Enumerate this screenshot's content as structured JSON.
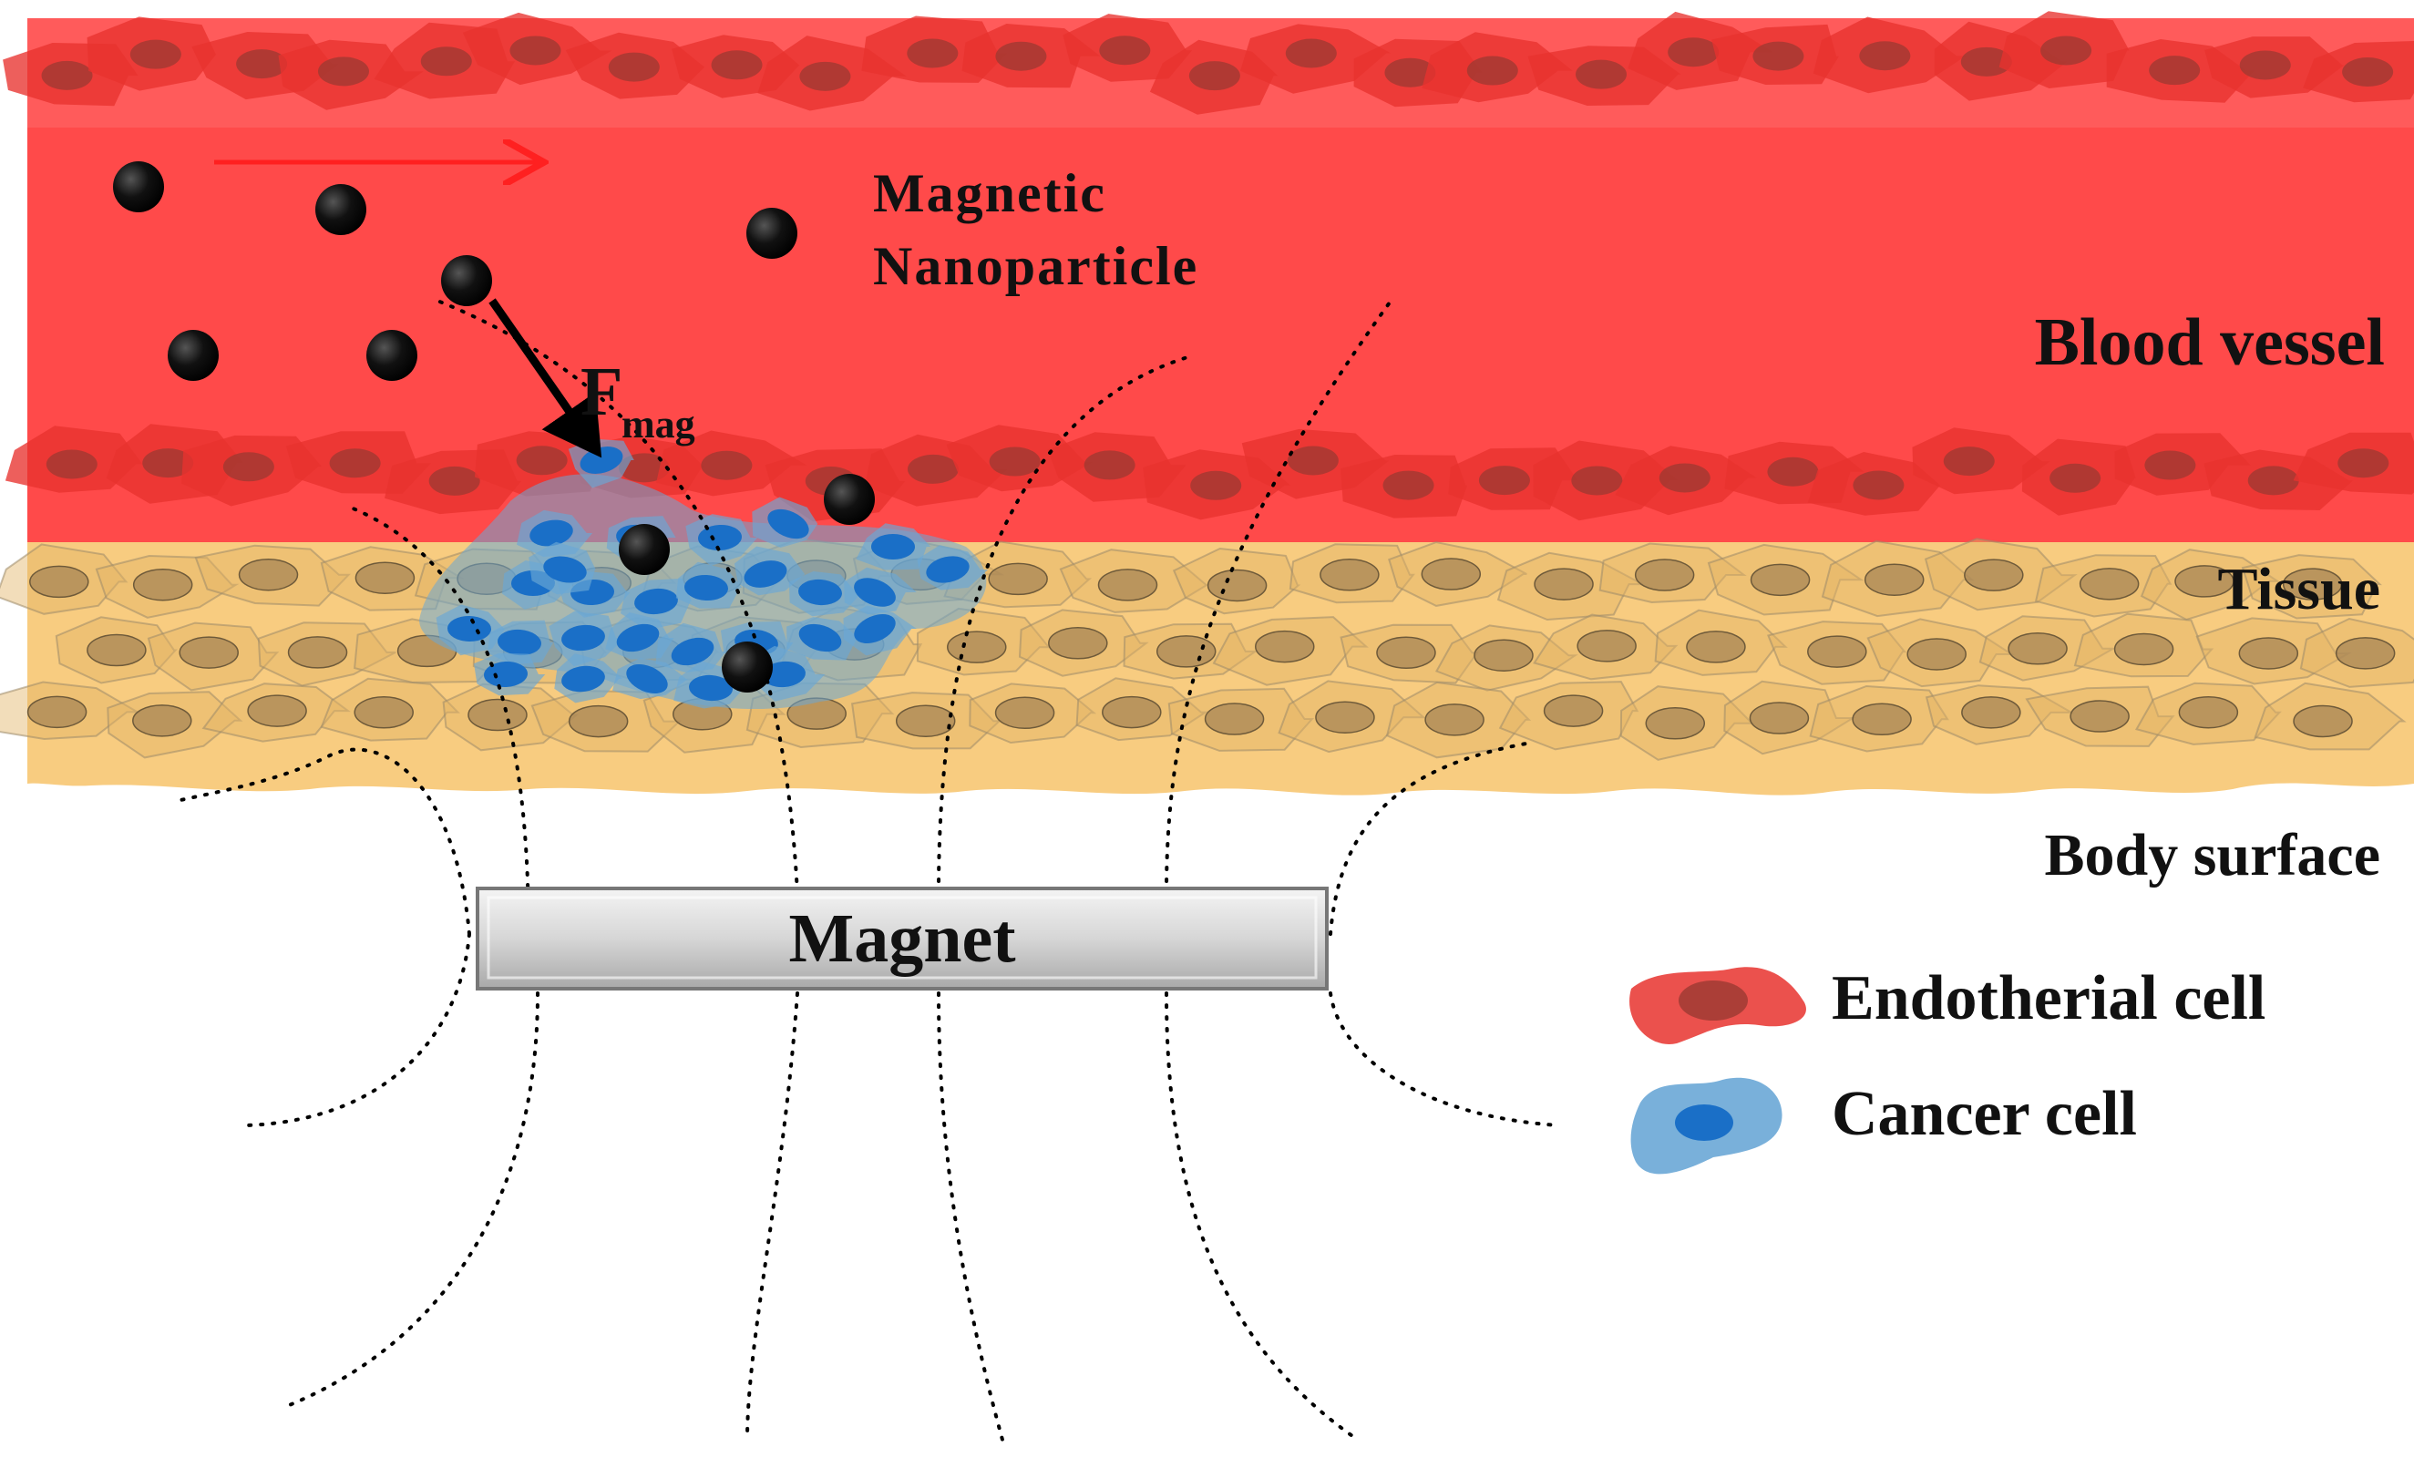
{
  "labels": {
    "nanoparticle_line1": "Magnetic",
    "nanoparticle_line2": "Nanoparticle",
    "force_main": "F",
    "force_sub": "mag",
    "blood_vessel": "Blood vessel",
    "tissue": "Tissue",
    "body_surface": "Body surface",
    "magnet": "Magnet"
  },
  "legend": {
    "endothelial": "Endotherial cell",
    "cancer": "Cancer cell"
  },
  "colors": {
    "blood": "#ff4a4a",
    "endothelial": "#e8322e",
    "endothelial_nucleus": "#9b3a32",
    "tissue": "#f8cc80",
    "tissue_cell": "#e2b467",
    "tissue_nucleus": "#a88555",
    "cancer": "#6aa7d6",
    "cancer_nucleus": "#1a6fc7",
    "particle": "#0a0a0a",
    "magnet": "#d3d3d3"
  },
  "icons": [
    "flow-arrow",
    "force-arrow",
    "magnetic-field-lines"
  ]
}
